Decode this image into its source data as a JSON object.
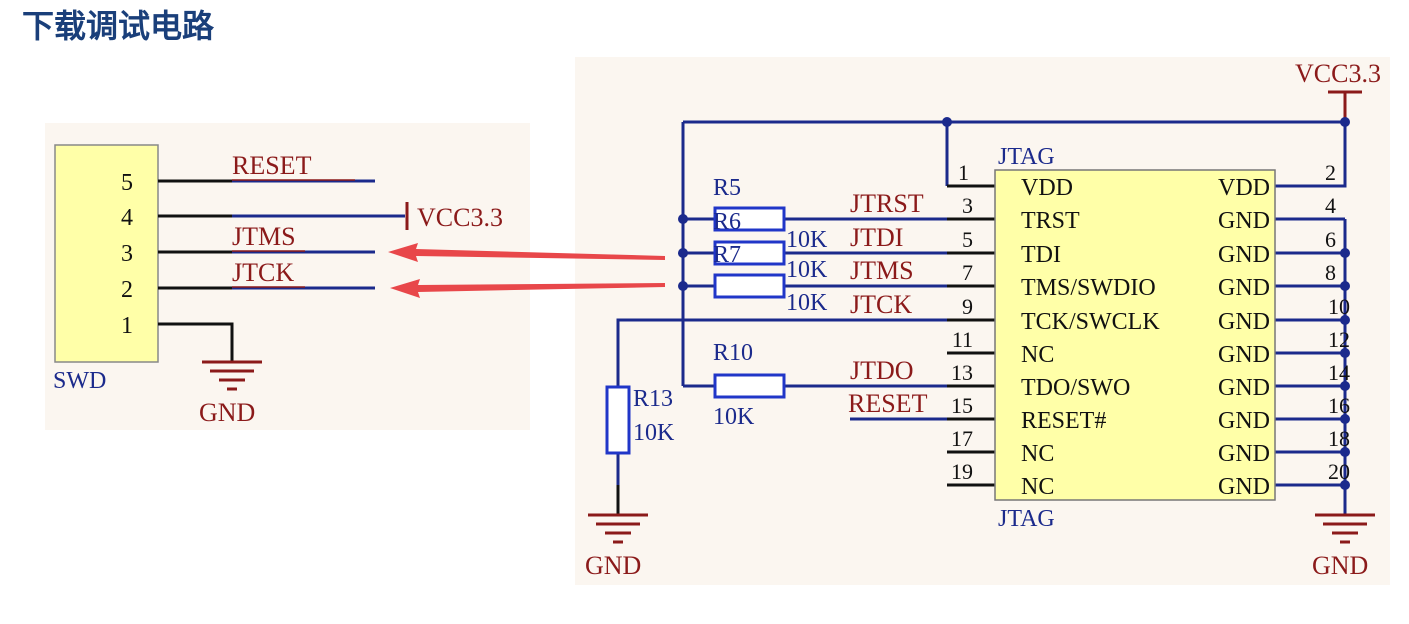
{
  "page": {
    "title": "下载调试电路"
  },
  "swd": {
    "designator": "SWD",
    "pins": [
      "5",
      "4",
      "3",
      "2",
      "1"
    ],
    "nets": {
      "reset": "RESET",
      "jtms": "JTMS",
      "jtck": "JTCK"
    },
    "vcc": "VCC3.3",
    "gnd": "GND"
  },
  "jtag": {
    "designator": "JTAG",
    "value": "JTAG",
    "left_pins": [
      {
        "num": "1",
        "name": "VDD",
        "net": ""
      },
      {
        "num": "3",
        "name": "TRST",
        "net": "JTRST"
      },
      {
        "num": "5",
        "name": "TDI",
        "net": "JTDI"
      },
      {
        "num": "7",
        "name": "TMS/SWDIO",
        "net": "JTMS"
      },
      {
        "num": "9",
        "name": "TCK/SWCLK",
        "net": "JTCK"
      },
      {
        "num": "11",
        "name": "NC",
        "net": ""
      },
      {
        "num": "13",
        "name": "TDO/SWO",
        "net": "JTDO"
      },
      {
        "num": "15",
        "name": "RESET#",
        "net": "RESET"
      },
      {
        "num": "17",
        "name": "NC",
        "net": ""
      },
      {
        "num": "19",
        "name": "NC",
        "net": ""
      }
    ],
    "right_pins": [
      {
        "num": "2",
        "name": "VDD"
      },
      {
        "num": "4",
        "name": "GND"
      },
      {
        "num": "6",
        "name": "GND"
      },
      {
        "num": "8",
        "name": "GND"
      },
      {
        "num": "10",
        "name": "GND"
      },
      {
        "num": "12",
        "name": "GND"
      },
      {
        "num": "14",
        "name": "GND"
      },
      {
        "num": "16",
        "name": "GND"
      },
      {
        "num": "18",
        "name": "GND"
      },
      {
        "num": "20",
        "name": "GND"
      }
    ]
  },
  "resistors": {
    "r5": {
      "ref": "R5",
      "value": "10K"
    },
    "r6": {
      "ref": "R6",
      "value": "10K"
    },
    "r7": {
      "ref": "R7",
      "value": "10K"
    },
    "r10": {
      "ref": "R10",
      "value": "10K"
    },
    "r13": {
      "ref": "R13",
      "value": "10K"
    }
  },
  "power": {
    "vcc": "VCC3.3",
    "gnd_left": "GND",
    "gnd_right": "GND"
  },
  "colors": {
    "wire": "#1b2a8c",
    "label": "#8b1a1a",
    "component": "#2036c8",
    "body_fill": "#ffffa8",
    "panel": "#fbf6f0",
    "arrow": "#e8474a",
    "title": "#1a3f7a"
  }
}
